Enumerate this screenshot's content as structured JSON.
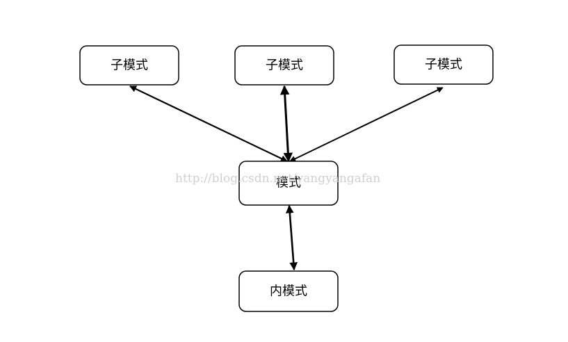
{
  "diagram": {
    "nodes": {
      "child_left": {
        "label": "子模式"
      },
      "child_center": {
        "label": "子模式"
      },
      "child_right": {
        "label": "子模式"
      },
      "mode": {
        "label": "模式"
      },
      "inner_mode": {
        "label": "内模式"
      }
    },
    "watermark": "http://blog.csdn.net/yangyangafan"
  }
}
